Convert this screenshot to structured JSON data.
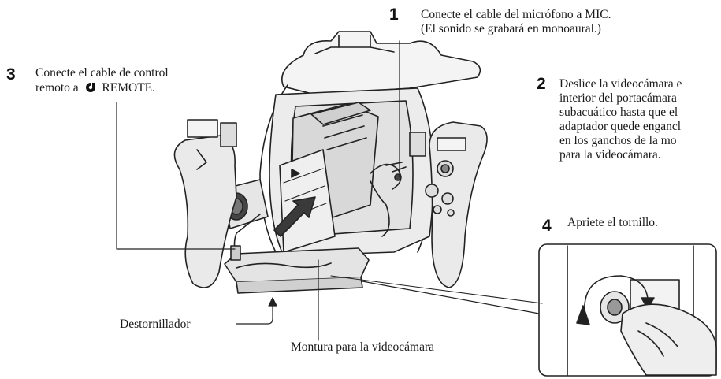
{
  "steps": [
    {
      "number": "1",
      "lines": [
        "Conecte el cable del micrófono a MIC.",
        "(El sonido se grabará en monoaural.)"
      ]
    },
    {
      "number": "2",
      "lines": [
        "Deslice la videocámara e",
        "interior del portacámara",
        "subacuático hasta que el",
        "adaptador quede engancl",
        "en los ganchos de la mo",
        "para la videocámara."
      ]
    },
    {
      "number": "3",
      "lines": [
        "Conecte el cable de control",
        "remoto a",
        "REMOTE."
      ]
    },
    {
      "number": "4",
      "lines": [
        "Apriete el tornillo."
      ]
    }
  ],
  "callouts": {
    "screwdriver": "Destornillador",
    "camera_mount": "Montura para la videocámara"
  },
  "icons": {
    "remote_symbol": "remote-control-jack-icon"
  }
}
